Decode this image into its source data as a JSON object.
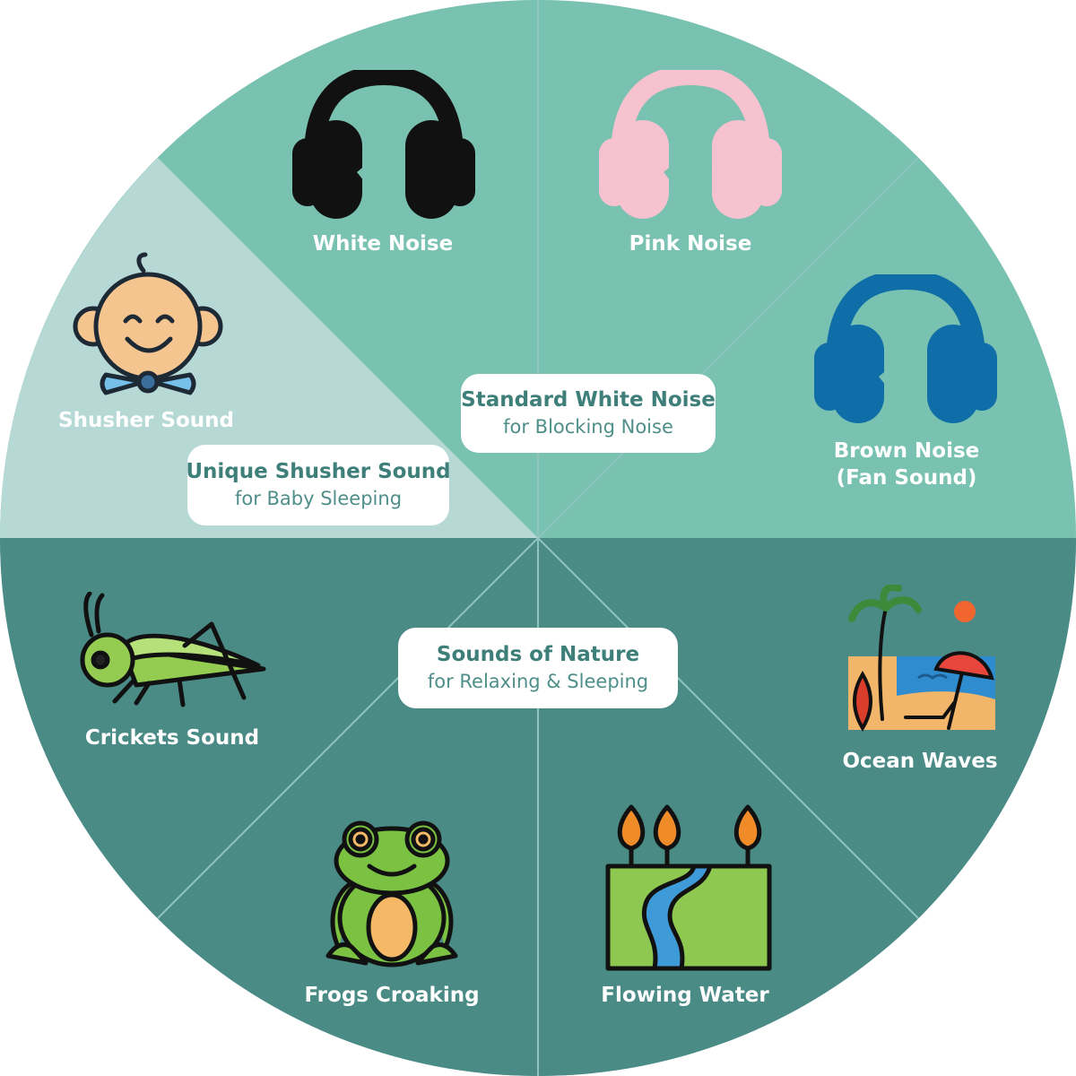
{
  "colors": {
    "top_section": "#79c1b0",
    "shusher_section": "#b7d9d6",
    "nature_section": "#4b8b86",
    "divider": "#8fc4bf",
    "label_text": "#ffffff",
    "pill_title": "#3e7f7a",
    "white_noise_icon": "#111111",
    "pink_noise_icon": "#f6c2cf",
    "brown_noise_icon": "#0f6ea7"
  },
  "groups": {
    "standard": {
      "title": "Standard White Noise",
      "subtitle": "for Blocking Noise"
    },
    "shusher": {
      "title": "Unique Shusher Sound",
      "subtitle": "for Baby Sleeping"
    },
    "nature": {
      "title": "Sounds of Nature",
      "subtitle": "for Relaxing & Sleeping"
    }
  },
  "sounds": {
    "white_noise": {
      "label": "White Noise",
      "icon": "headphones-icon"
    },
    "pink_noise": {
      "label": "Pink Noise",
      "icon": "headphones-icon"
    },
    "brown_noise": {
      "label_line1": "Brown Noise",
      "label_line2": "(Fan Sound)",
      "icon": "headphones-icon"
    },
    "shusher": {
      "label": "Shusher Sound",
      "icon": "baby-face-icon"
    },
    "crickets": {
      "label": "Crickets Sound",
      "icon": "grasshopper-icon"
    },
    "ocean": {
      "label": "Ocean Waves",
      "icon": "beach-icon"
    },
    "frogs": {
      "label": "Frogs Croaking",
      "icon": "frog-icon"
    },
    "water": {
      "label": "Flowing Water",
      "icon": "river-icon"
    }
  }
}
